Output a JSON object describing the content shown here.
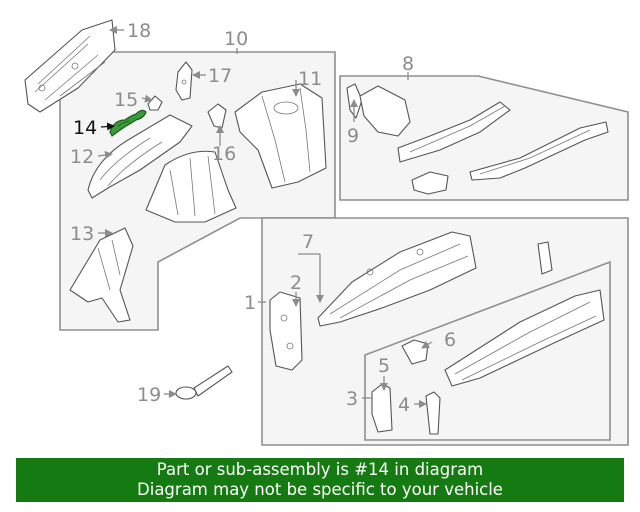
{
  "callouts": {
    "c1": "1",
    "c2": "2",
    "c3": "3",
    "c4": "4",
    "c5": "5",
    "c6": "6",
    "c7": "7",
    "c8": "8",
    "c9": "9",
    "c10": "10",
    "c11": "11",
    "c12": "12",
    "c13": "13",
    "c14": "14",
    "c15": "15",
    "c16": "16",
    "c17": "17",
    "c18": "18",
    "c19": "19"
  },
  "highlight": {
    "part_number": "14",
    "color": "#3a9a3a"
  },
  "banner": {
    "line1": "Part or sub-assembly is #14 in diagram",
    "line2": "Diagram may not be specific to your vehicle",
    "background": "#167a12"
  }
}
